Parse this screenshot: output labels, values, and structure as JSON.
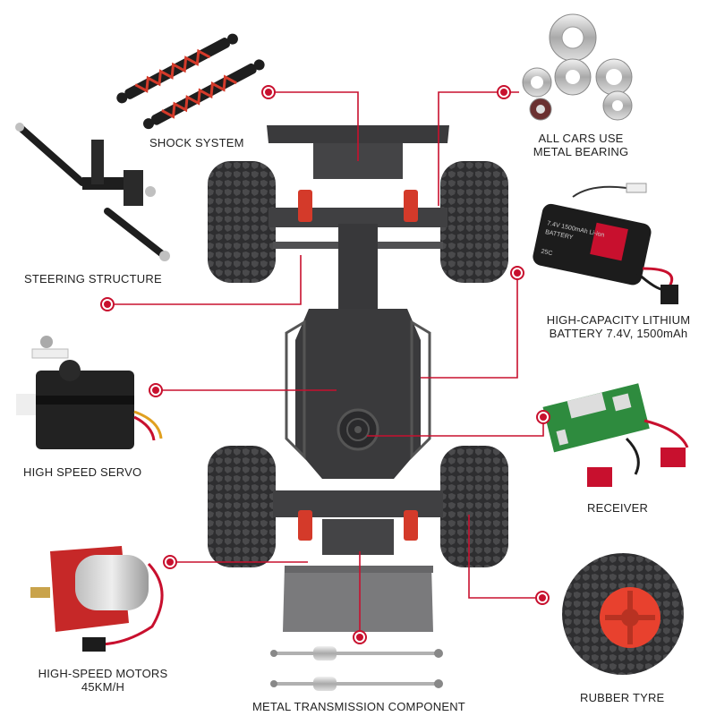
{
  "colors": {
    "accent": "#c8102e",
    "chassis": "#3a3a3c",
    "tyre": "#2e2e30",
    "rim": "#e8412e",
    "spring": "#d43a2a",
    "label": "#222222"
  },
  "labels": {
    "shock_system": "SHOCK SYSTEM",
    "metal_bearing_line1": "ALL CARS USE",
    "metal_bearing_line2": "METAL BEARING",
    "steering_structure": "STEERING STRUCTURE",
    "battery_line1": "HIGH-CAPACITY LITHIUM",
    "battery_line2": "BATTERY 7.4V, 1500mAh",
    "servo": "HIGH SPEED SERVO",
    "receiver": "RECEIVER",
    "motors_line1": "HIGH-SPEED MOTORS",
    "motors_line2": "45KM/H",
    "transmission": "METAL TRANSMISSION COMPONENT",
    "tyre": "RUBBER TYRE"
  },
  "battery_print": {
    "line1": "7.4V 1500mAh Li-ion",
    "line2": "BATTERY",
    "tag": "25C"
  }
}
